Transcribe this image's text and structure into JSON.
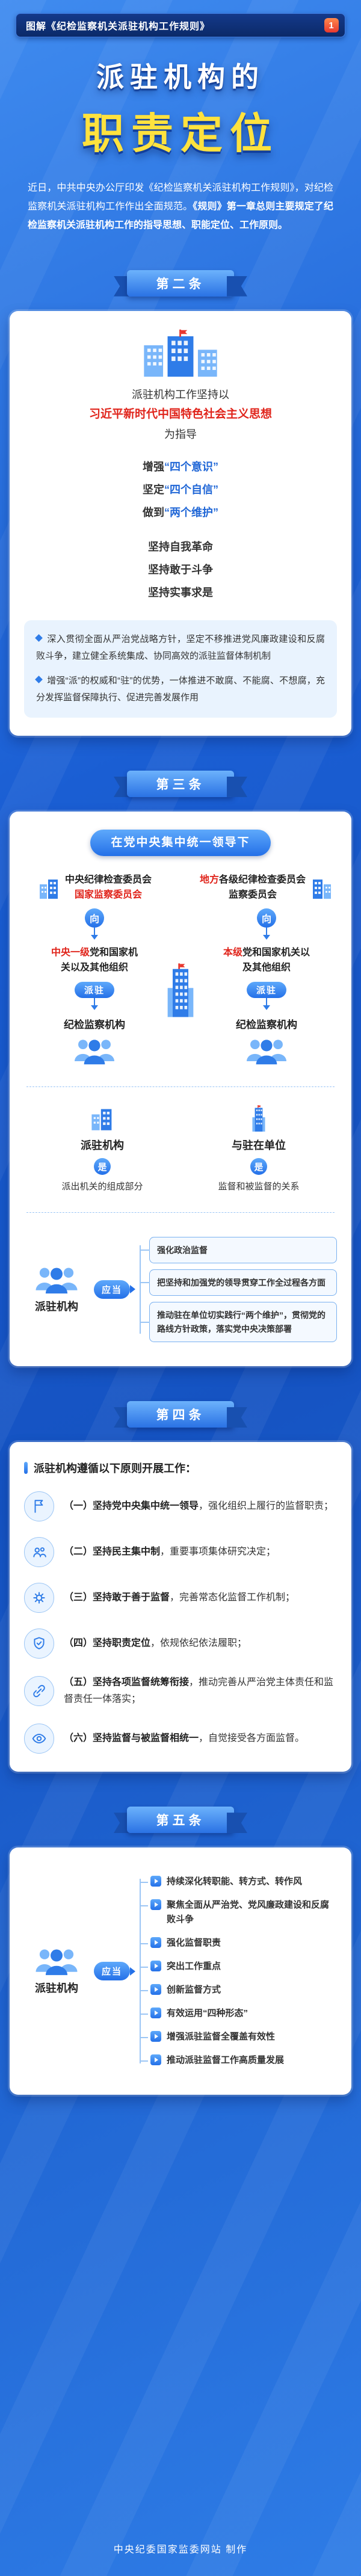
{
  "colors": {
    "background": "#1a5fd0",
    "accent_blue": "#2f7ce8",
    "accent_red": "#e0241b",
    "accent_yellow": "#ffe23e",
    "navy": "#0b2a68"
  },
  "header": {
    "ribbon_text": "图解《纪检监察机关派驻机构工作规则》",
    "ribbon_badge": "1",
    "title_line1": "派驻机构的",
    "title_line2": "职责定位",
    "intro_normal": "近日，中共中央办公厅印发《纪检监察机关派驻机构工作规则》，对纪检监察机关派驻机构工作作出全面规范。",
    "intro_bold": "《规则》第一章总则主要规定了纪检监察机关派驻机构工作的指导思想、职能定位、工作原则。"
  },
  "article2": {
    "section_label": "第二条",
    "lead": "派驻机构工作坚持以",
    "highlight": "习近平新时代中国特色社会主义思想",
    "lead_tail": "为指导",
    "group1": [
      {
        "prefix": "增强",
        "quoted": "“四个意识”"
      },
      {
        "prefix": "坚定",
        "quoted": "“四个自信”"
      },
      {
        "prefix": "做到",
        "quoted": "“两个维护”"
      }
    ],
    "group2": [
      "坚持自我革命",
      "坚持敢于斗争",
      "坚持实事求是"
    ],
    "para1": "深入贯彻全面从严治党战略方针，坚定不移推进党风廉政建设和反腐败斗争，建立健全系统集成、协同高效的派驻监督体制机制",
    "para2": "增强“派”的权威和“驻”的优势，一体推进不敢腐、不能腐、不想腐，充分发挥监督保障执行、促进完善发展作用"
  },
  "article3": {
    "section_label": "第三条",
    "banner": "在党中央集中统一领导下",
    "left_committee": {
      "line1": "中央纪律检查委员会",
      "line2_red": "国家监察委员会"
    },
    "right_committee": {
      "line1_red": "地方",
      "line1": "各级纪律检查委员会",
      "line2": "监察委员会"
    },
    "xiang": "向",
    "left_org": {
      "red": "中央一级",
      "rest": "党和国家机关以及其他组织"
    },
    "right_org": {
      "red": "本级",
      "rest": "党和国家机关以及其他组织"
    },
    "paizhu": "派驻",
    "org_label": "纪检监察机构",
    "rel_left": {
      "subject": "派驻机构",
      "link": "是",
      "object": "派出机关的组成部分"
    },
    "rel_right": {
      "subject": "与驻在单位",
      "link": "是",
      "object": "监督和被监督的关系"
    },
    "duty_subject": "派驻机构",
    "yingdang": "应当",
    "duties": [
      "强化政治监督",
      "把坚持和加强党的领导贯穿工作全过程各方面",
      "推动驻在单位切实践行“两个维护”，贯彻党的路线方针政策，落实党中央决策部署"
    ]
  },
  "article4": {
    "section_label": "第四条",
    "intro": "派驻机构遵循以下原则开展工作：",
    "principles": [
      {
        "num": "（一）",
        "bold": "坚持党中央集中统一领导",
        "rest": "，强化组织上履行的监督职责；"
      },
      {
        "num": "（二）",
        "bold": "坚持民主集中制",
        "rest": "，重要事项集体研究决定；"
      },
      {
        "num": "（三）",
        "bold": "坚持敢于善于监督",
        "rest": "，完善常态化监督工作机制；"
      },
      {
        "num": "（四）",
        "bold": "坚持职责定位",
        "rest": "，依规依纪依法履职；"
      },
      {
        "num": "（五）",
        "bold": "坚持各项监督统筹衔接",
        "rest": "，推动完善从严治党主体责任和监督责任一体落实；"
      },
      {
        "num": "（六）",
        "bold": "坚持监督与被监督相统一",
        "rest": "，自觉接受各方面监督。"
      }
    ]
  },
  "article5": {
    "section_label": "第五条",
    "subject": "派驻机构",
    "yingdang": "应当",
    "items": [
      "持续深化转职能、转方式、转作风",
      "聚焦全面从严治党、党风廉政建设和反腐败斗争",
      "强化监督职责",
      "突出工作重点",
      "创新监督方式",
      "有效运用“四种形态”",
      "增强派驻监督全覆盖有效性",
      "推动派驻监督工作高质量发展"
    ]
  },
  "footer": {
    "credit": "中央纪委国家监委网站 制作"
  }
}
